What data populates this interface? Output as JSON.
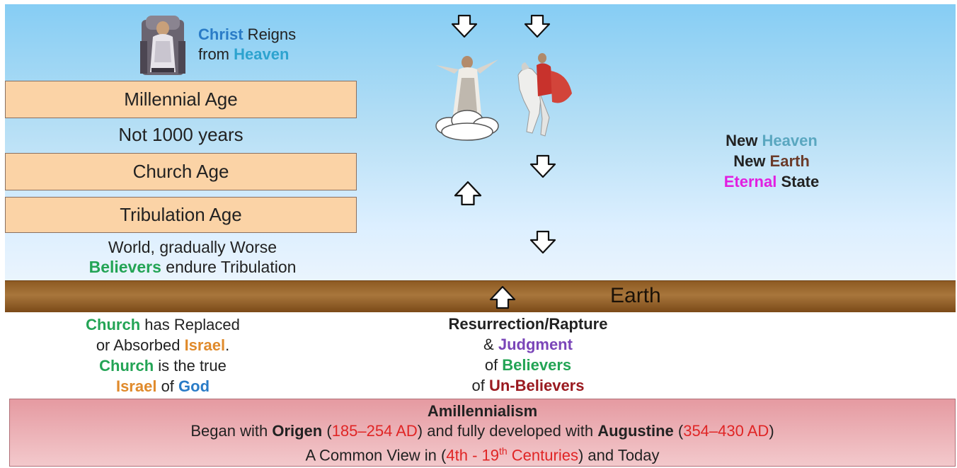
{
  "reign": {
    "christ": "Christ",
    "reigns": " Reigns",
    "from": "from ",
    "heaven": "Heaven"
  },
  "ages": {
    "millennial": "Millennial Age",
    "not1000": "Not 1000 years",
    "church": "Church Age",
    "tribulation": "Tribulation Age"
  },
  "world": {
    "line1": "World, gradually Worse",
    "believers": "Believers",
    "endure": " endure Tribulation"
  },
  "new_state": {
    "new1": "New ",
    "heaven": "Heaven",
    "new2": "New ",
    "earth": "Earth",
    "eternal": "Eternal",
    "state": " State"
  },
  "earth_label": "Earth",
  "church_israel": {
    "church1": "Church",
    "has_replaced": " has Replaced",
    "or_absorbed": "or Absorbed ",
    "israel1": "Israel",
    "period": ".",
    "church2": "Church",
    "is_true": " is the true",
    "israel2": "Israel",
    "of": " of ",
    "god": "God"
  },
  "resurrection": {
    "title": "Resurrection/Rapture",
    "amp": "& ",
    "judgment": "Judgment",
    "of1": "of ",
    "believers": "Believers",
    "of2": "of ",
    "unbelievers": "Un-Believers"
  },
  "footer": {
    "title": "Amillennialism",
    "began": "Began with ",
    "origen": "Origen",
    "open1": " (",
    "origen_dates": "185–254 AD",
    "close1": ")",
    "fully": " and fully developed with ",
    "augustine": "Augustine",
    "open2": " (",
    "augustine_dates": "354–430 AD",
    "close2": ")",
    "common": "A Common View in (",
    "centuries_a": "4th - 19",
    "centuries_sup": "th",
    "centuries_b": " Centuries",
    "today": ") and Today"
  },
  "colors": {
    "christ_blue": "#2a7cc7",
    "heaven_cyan": "#2da3cf",
    "believers_green": "#23a455",
    "israel_orange": "#e08a2b",
    "judgment_purple": "#7a45b8",
    "unbelievers_maroon": "#9a1a20",
    "eternal_magenta": "#e21ee0",
    "box_fill": "#fbd3a6",
    "earth_brown": "#8d5a22",
    "footer_pink": "#eeb4b9"
  },
  "icons": [
    "enthroned-christ-icon",
    "ascending-christ-on-cloud-icon",
    "rider-on-white-horse-icon",
    "arrow-down-icon",
    "arrow-up-icon"
  ]
}
